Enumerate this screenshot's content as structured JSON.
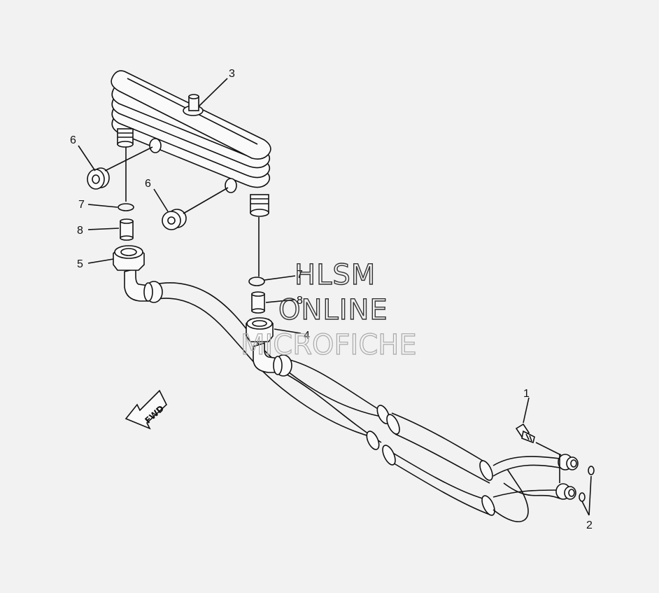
{
  "callouts": [
    {
      "id": "1",
      "label": "1"
    },
    {
      "id": "2",
      "label": "2"
    },
    {
      "id": "3",
      "label": "3"
    },
    {
      "id": "4",
      "label": "4"
    },
    {
      "id": "5",
      "label": "5"
    },
    {
      "id": "6a",
      "label": "6"
    },
    {
      "id": "6b",
      "label": "6"
    },
    {
      "id": "7a",
      "label": "7"
    },
    {
      "id": "7b",
      "label": "7"
    },
    {
      "id": "8a",
      "label": "8"
    },
    {
      "id": "8b",
      "label": "8"
    }
  ],
  "watermark": {
    "line1": "HLSM",
    "line2": "ONLINE",
    "line3": "MICROFICHE"
  },
  "direction_arrow": {
    "label": "FWD"
  }
}
